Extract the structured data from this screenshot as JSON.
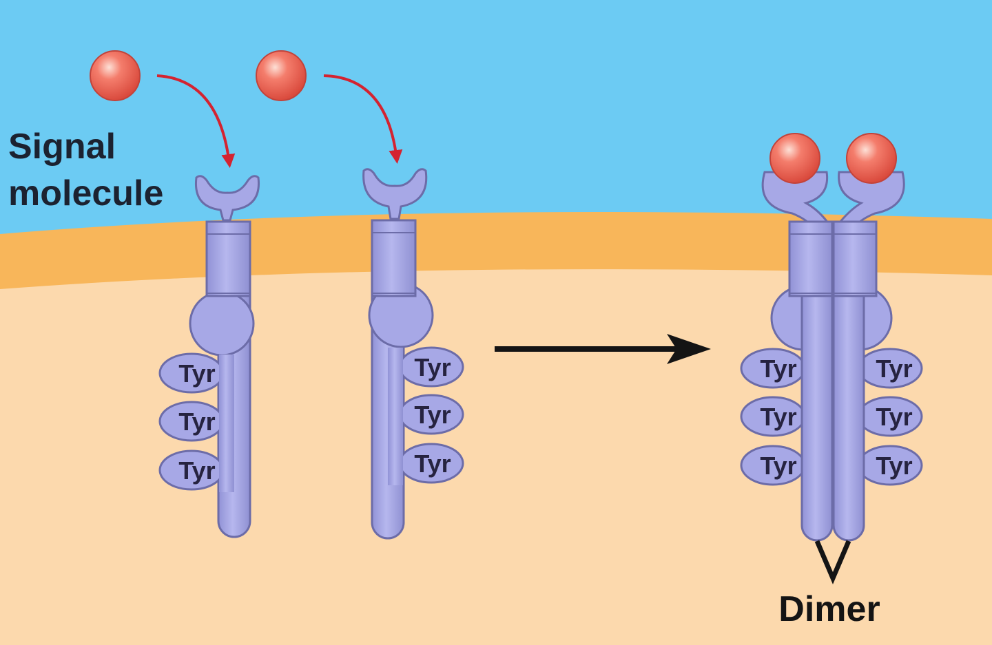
{
  "labels": {
    "signal_line1": "Signal",
    "signal_line2": "molecule",
    "dimer": "Dimer",
    "tyr": "Tyr"
  },
  "colors": {
    "extracellular": "#6ccbf3",
    "membrane": "#f8b65a",
    "cytoplasm": "#fcd9ad",
    "receptor_fill": "#a7a8e6",
    "receptor_stroke": "#6c6ca8",
    "signal_molecule": "#ea5c4f",
    "arrow_red": "#d42330",
    "arrow_black": "#141414",
    "text": "#1c2230"
  }
}
